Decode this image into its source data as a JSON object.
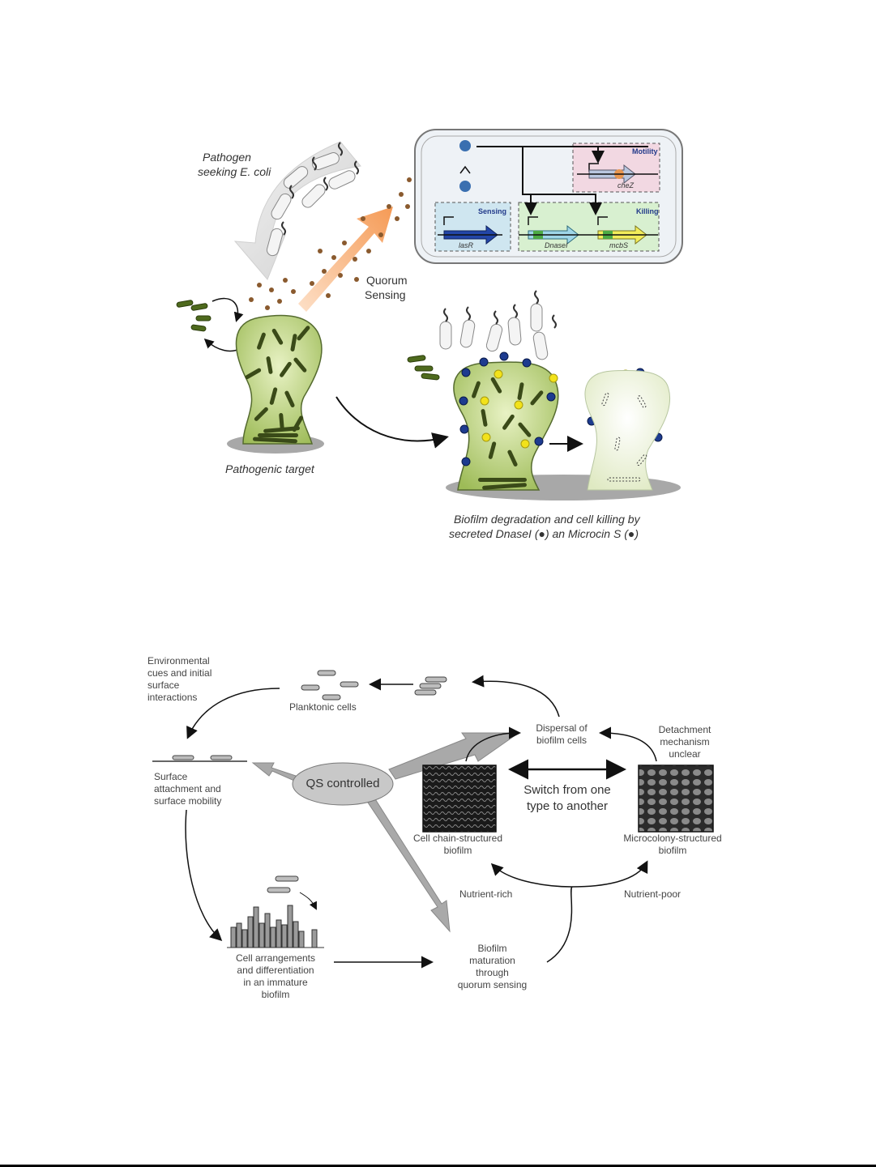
{
  "figure_top": {
    "pathogen_label": [
      "Pathogen",
      "seeking E. coli"
    ],
    "quorum_label": [
      "Quorum",
      "Sensing"
    ],
    "pathogenic_target_label": "Pathogenic target",
    "caption_lines": [
      "Biofilm degradation and cell killing by",
      "secreted DnaseI (●) an Microcin S (●)"
    ],
    "circuit": {
      "motility_label": "Motility",
      "sensing_label": "Sensing",
      "killing_label": "Killing",
      "genes": [
        "lasR",
        "DnaseI",
        "mcbS",
        "cheZ"
      ]
    },
    "colors": {
      "biofilm_green": "#c9dc8f",
      "bacteria_dark": "#3a4a18",
      "dnase_blue": "#1d3b8f",
      "microcin_yellow": "#f2e21a",
      "orange_arrow": "#f5a06a",
      "signal_dots": "#8a5a2e",
      "sensing_box": "#cfe6f0",
      "killing_box": "#d8f0d0",
      "motility_box": "#f2d8e2"
    }
  },
  "figure_bottom": {
    "env_cues": [
      "Environmental",
      "cues and initial",
      "surface",
      "interactions"
    ],
    "planktonic": "Planktonic cells",
    "dispersal": [
      "Dispersal of",
      "biofilm cells"
    ],
    "detachment": [
      "Detachment",
      "mechanism",
      "unclear"
    ],
    "surface": [
      "Surface",
      "attachment and",
      "surface mobility"
    ],
    "qs_controlled": "QS controlled",
    "switch": [
      "Switch from one",
      "type to another"
    ],
    "cell_chain": [
      "Cell chain-structured",
      "biofilm"
    ],
    "microcolony": [
      "Microcolony-structured",
      "biofilm"
    ],
    "nutrient_rich": "Nutrient-rich",
    "nutrient_poor": "Nutrient-poor",
    "cell_arrangements": [
      "Cell arrangements",
      "and differentiation",
      "in an immature",
      "biofilm"
    ],
    "maturation": [
      "Biofilm",
      "maturation",
      "through",
      "quorum sensing"
    ],
    "colors": {
      "qs_ellipse": "#c8c8c8",
      "grey_arrow": "#a9a9a9",
      "micro_dark": "#2b2b2b"
    }
  }
}
